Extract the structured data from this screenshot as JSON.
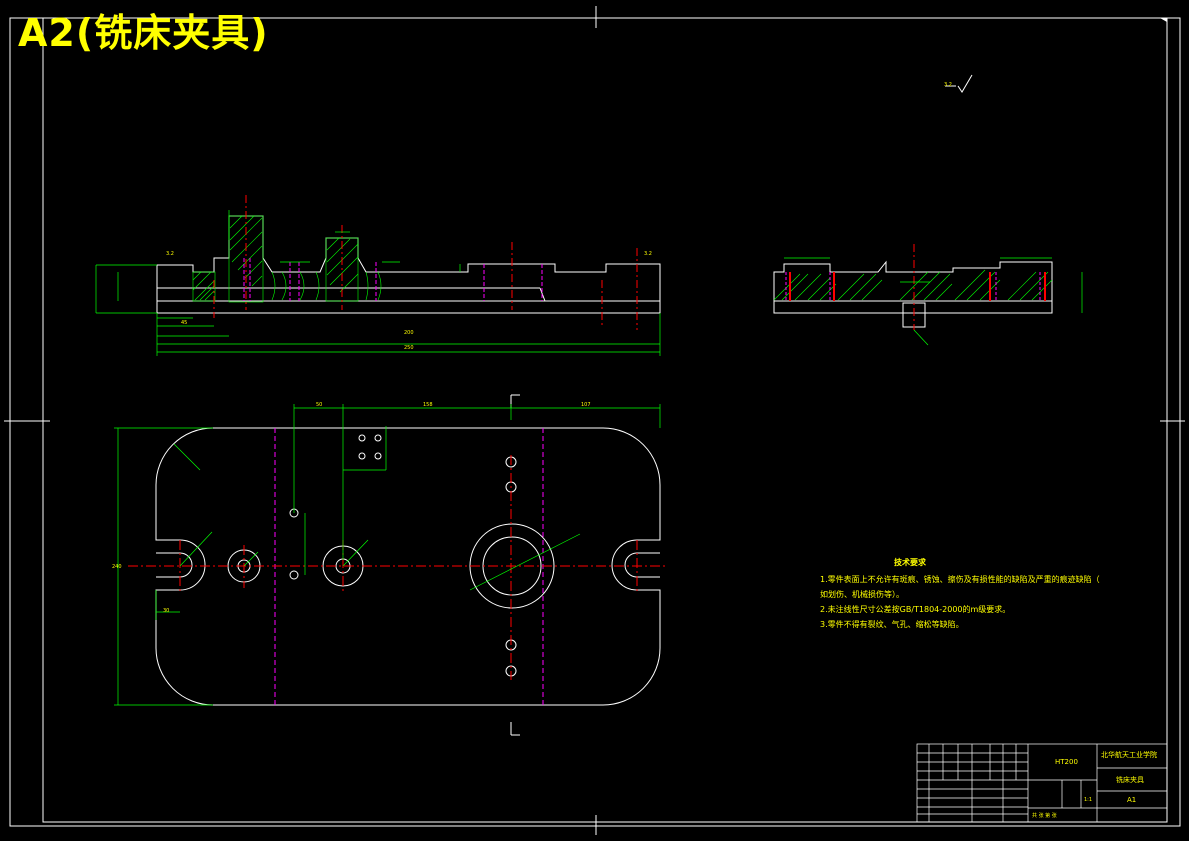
{
  "sheet": {
    "title": "A2(铣床夹具)"
  },
  "technical_requirements": {
    "title": "技术要求",
    "items": [
      "1.零件表面上不允许有斑痕、锈蚀、擦伤及有损性能的缺陷及严重的痕迹缺陷（",
      "如划伤、机械损伤等）。",
      "2.未注线性尺寸公差按GB/T1804-2000的m级要求。",
      "3.零件不得有裂纹、气孔、缩松等缺陷。"
    ]
  },
  "title_block": {
    "material": "HT200",
    "school": "北华航天工业学院",
    "part_name": "铣床夹具",
    "drawing_no": "A1",
    "scale": "1:1",
    "footer": "共    张  第    张"
  },
  "surface_roughness": "3.2",
  "colors": {
    "dimension": "#00ff00",
    "outline": "#ffffff",
    "centerline": "#ff0000",
    "hidden": "#ff00ff",
    "text": "#ffff00",
    "hatch": "#00ff00"
  }
}
